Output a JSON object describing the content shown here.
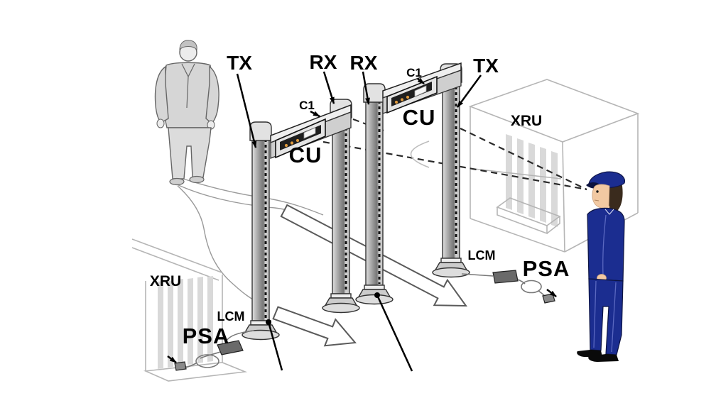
{
  "labels": {
    "tx_gate1": "TX",
    "rx_gate1": "RX",
    "rx_gate2": "RX",
    "tx_gate2": "TX",
    "c1_gate1": "C1",
    "c1_gate2": "C1",
    "cu_gate1": "CU",
    "cu_gate2": "CU",
    "xru_left": "XRU",
    "xru_right": "XRU",
    "lcm_left": "LCM",
    "lcm_right": "LCM",
    "psa_left": "PSA",
    "psa_right": "PSA"
  },
  "colors": {
    "guard_uniform": "#1b2d90",
    "guard_trim": "#5a68c0",
    "skin": "#f2c9a2",
    "led_orange": "#e09a3c",
    "column_dark_stripe": "#111111",
    "wireframe_gray": "#b5b5b5",
    "outline": "#333333"
  }
}
